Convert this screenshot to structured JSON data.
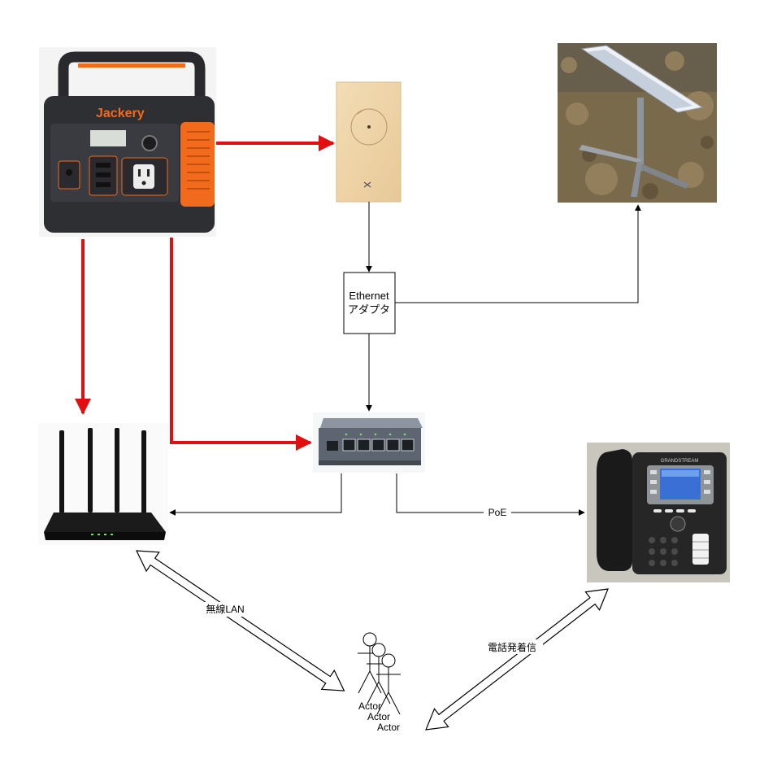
{
  "diagram": {
    "nodes": {
      "power_station": {
        "brand": "Jackery"
      },
      "dish_box": {},
      "satellite_dish": {},
      "ethernet_adapter": {
        "label_line1": "Ethernet",
        "label_line2": "アダプタ"
      },
      "network_switch": {},
      "wifi_router": {},
      "ip_phone": {
        "brand": "GRANDSTREAM"
      },
      "actors": [
        {
          "label": "Actor"
        },
        {
          "label": "Actor"
        },
        {
          "label": "Actor"
        }
      ]
    },
    "edges": {
      "poe": "PoE",
      "wireless_lan": "無線LAN",
      "phone_calls": "電話発着信"
    },
    "colors": {
      "power_line": "#e01010",
      "data_line": "#000000",
      "jackery_orange": "#f26a1b"
    },
    "icons": [
      "power-station-image",
      "dish-box-image",
      "satellite-dish-image",
      "network-switch-image",
      "wifi-router-image",
      "ip-phone-image",
      "actor-icon"
    ]
  }
}
